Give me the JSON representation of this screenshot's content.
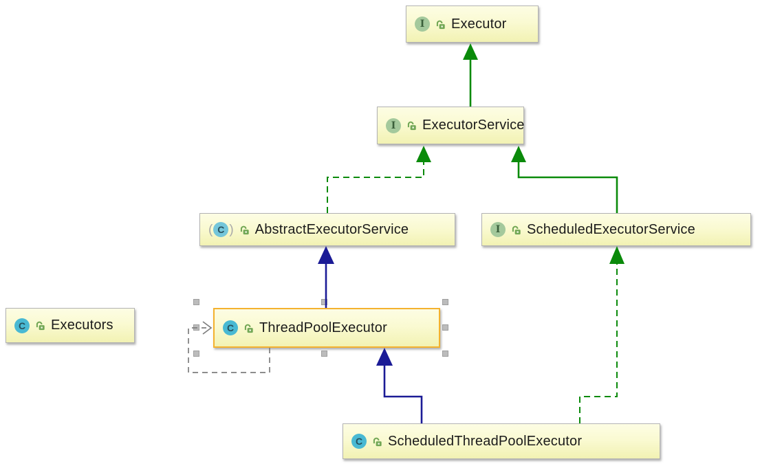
{
  "diagram": {
    "tool": "uml-class-diagram",
    "nodes": {
      "executor": {
        "label": "Executor",
        "kind": "interface",
        "icon": "interface-icon",
        "icon_letter": "I",
        "visibility": "public",
        "selected": false
      },
      "executor_service": {
        "label": "ExecutorService",
        "kind": "interface",
        "icon": "interface-icon",
        "icon_letter": "I",
        "visibility": "public",
        "selected": false
      },
      "abstract_executor_service": {
        "label": "AbstractExecutorService",
        "kind": "abstract-class",
        "icon": "abstract-class-icon",
        "icon_letter": "C",
        "visibility": "public",
        "selected": false
      },
      "scheduled_executor_service": {
        "label": "ScheduledExecutorService",
        "kind": "interface",
        "icon": "interface-icon",
        "icon_letter": "I",
        "visibility": "public",
        "selected": false
      },
      "executors": {
        "label": "Executors",
        "kind": "class",
        "icon": "class-icon",
        "icon_letter": "C",
        "visibility": "public",
        "selected": false
      },
      "thread_pool_executor": {
        "label": "ThreadPoolExecutor",
        "kind": "class",
        "icon": "class-icon",
        "icon_letter": "C",
        "visibility": "public",
        "selected": true
      },
      "scheduled_thread_pool_executor": {
        "label": "ScheduledThreadPoolExecutor",
        "kind": "class",
        "icon": "class-icon",
        "icon_letter": "C",
        "visibility": "public",
        "selected": false
      }
    },
    "edges": [
      {
        "from": "ExecutorService",
        "to": "Executor",
        "type": "extends",
        "style": "solid-green"
      },
      {
        "from": "AbstractExecutorService",
        "to": "ExecutorService",
        "type": "implements",
        "style": "dashed-green"
      },
      {
        "from": "ScheduledExecutorService",
        "to": "ExecutorService",
        "type": "extends",
        "style": "solid-green"
      },
      {
        "from": "ThreadPoolExecutor",
        "to": "AbstractExecutorService",
        "type": "extends",
        "style": "solid-blue"
      },
      {
        "from": "ScheduledThreadPoolExecutor",
        "to": "ThreadPoolExecutor",
        "type": "extends",
        "style": "solid-blue"
      },
      {
        "from": "ScheduledThreadPoolExecutor",
        "to": "ScheduledExecutorService",
        "type": "implements",
        "style": "dashed-green"
      },
      {
        "from": "ThreadPoolExecutor",
        "to": "ThreadPoolExecutor",
        "type": "dependency",
        "style": "dashed-gray"
      }
    ],
    "colors": {
      "node_fill_top": "#fdfde4",
      "node_fill_bottom": "#f2f2b3",
      "node_border": "#b3b3b3",
      "selected_border": "#f4b12e",
      "interface_edge_green": "#0a8a0a",
      "class_edge_blue": "#1b1b96",
      "dependency_gray": "#7d7d7d",
      "interface_icon_bg": "#a4c99c",
      "class_icon_bg": "#49b9d3",
      "lock_icon_green": "#72a755"
    }
  }
}
